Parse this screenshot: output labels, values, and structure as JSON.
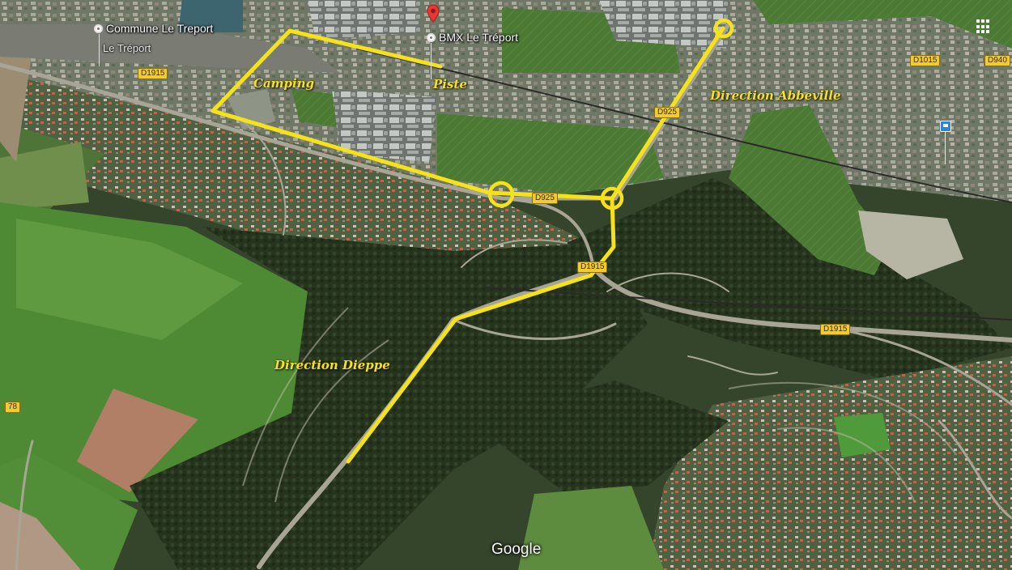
{
  "places": {
    "commune": "Commune Le Treport",
    "town": "Le Tréport",
    "bmx": "BMX Le Tréport"
  },
  "annotations": {
    "camping": "Camping",
    "piste": "Piste",
    "abbeville": "Direction Abbeville",
    "dieppe": "Direction Dieppe"
  },
  "roads": [
    "D1915",
    "D925",
    "D925",
    "D1915",
    "D1915",
    "D1015",
    "D940",
    "78"
  ],
  "attribution": "Google",
  "colors": {
    "route": "#f5e21a",
    "pin": "#e53935",
    "shield": "#f2cb32",
    "bus": "#2e86d8"
  },
  "icons": {
    "pin": "map-pin-icon",
    "apps": "apps-grid-icon",
    "bus": "bus-stop-icon",
    "poi": "poi-dot-icon"
  }
}
